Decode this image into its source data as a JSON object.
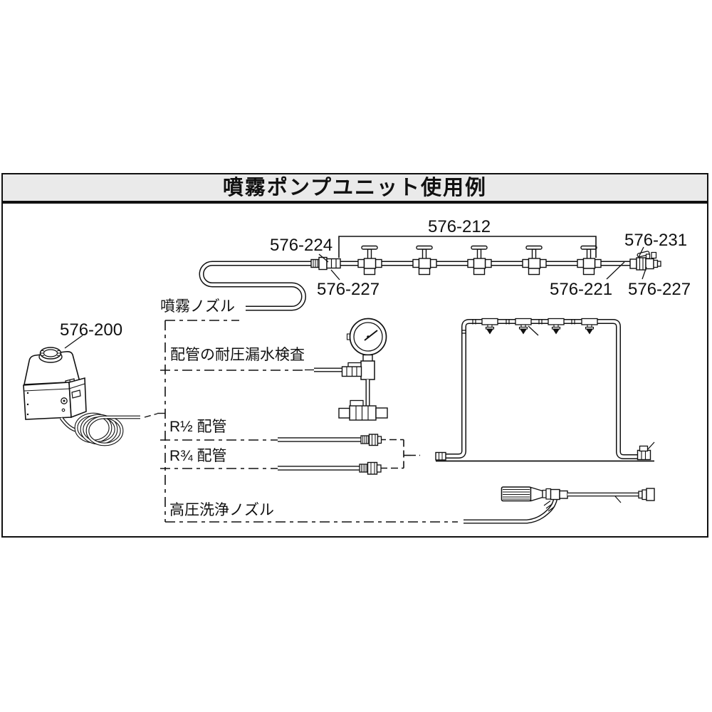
{
  "title": "噴霧ポンプユニット使用例",
  "part_labels": {
    "p576_212": "576-212",
    "p576_224": "576-224",
    "p576_227_left": "576-227",
    "p576_221": "576-221",
    "p576_227_right": "576-227",
    "p576_231": "576-231",
    "p576_200": "576-200"
  },
  "row_labels": {
    "spray_nozzle": "噴霧ノズル",
    "pressure_leak_test": "配管の耐圧漏水検査",
    "r_half_pipe": "R½ 配管",
    "r_three_quarter_pipe": "R¾ 配管",
    "high_pressure_cleaning_nozzle": "高圧洗浄ノズル"
  },
  "colors": {
    "line": "#111111",
    "title_background": "#eaeaea",
    "background": "#ffffff"
  }
}
